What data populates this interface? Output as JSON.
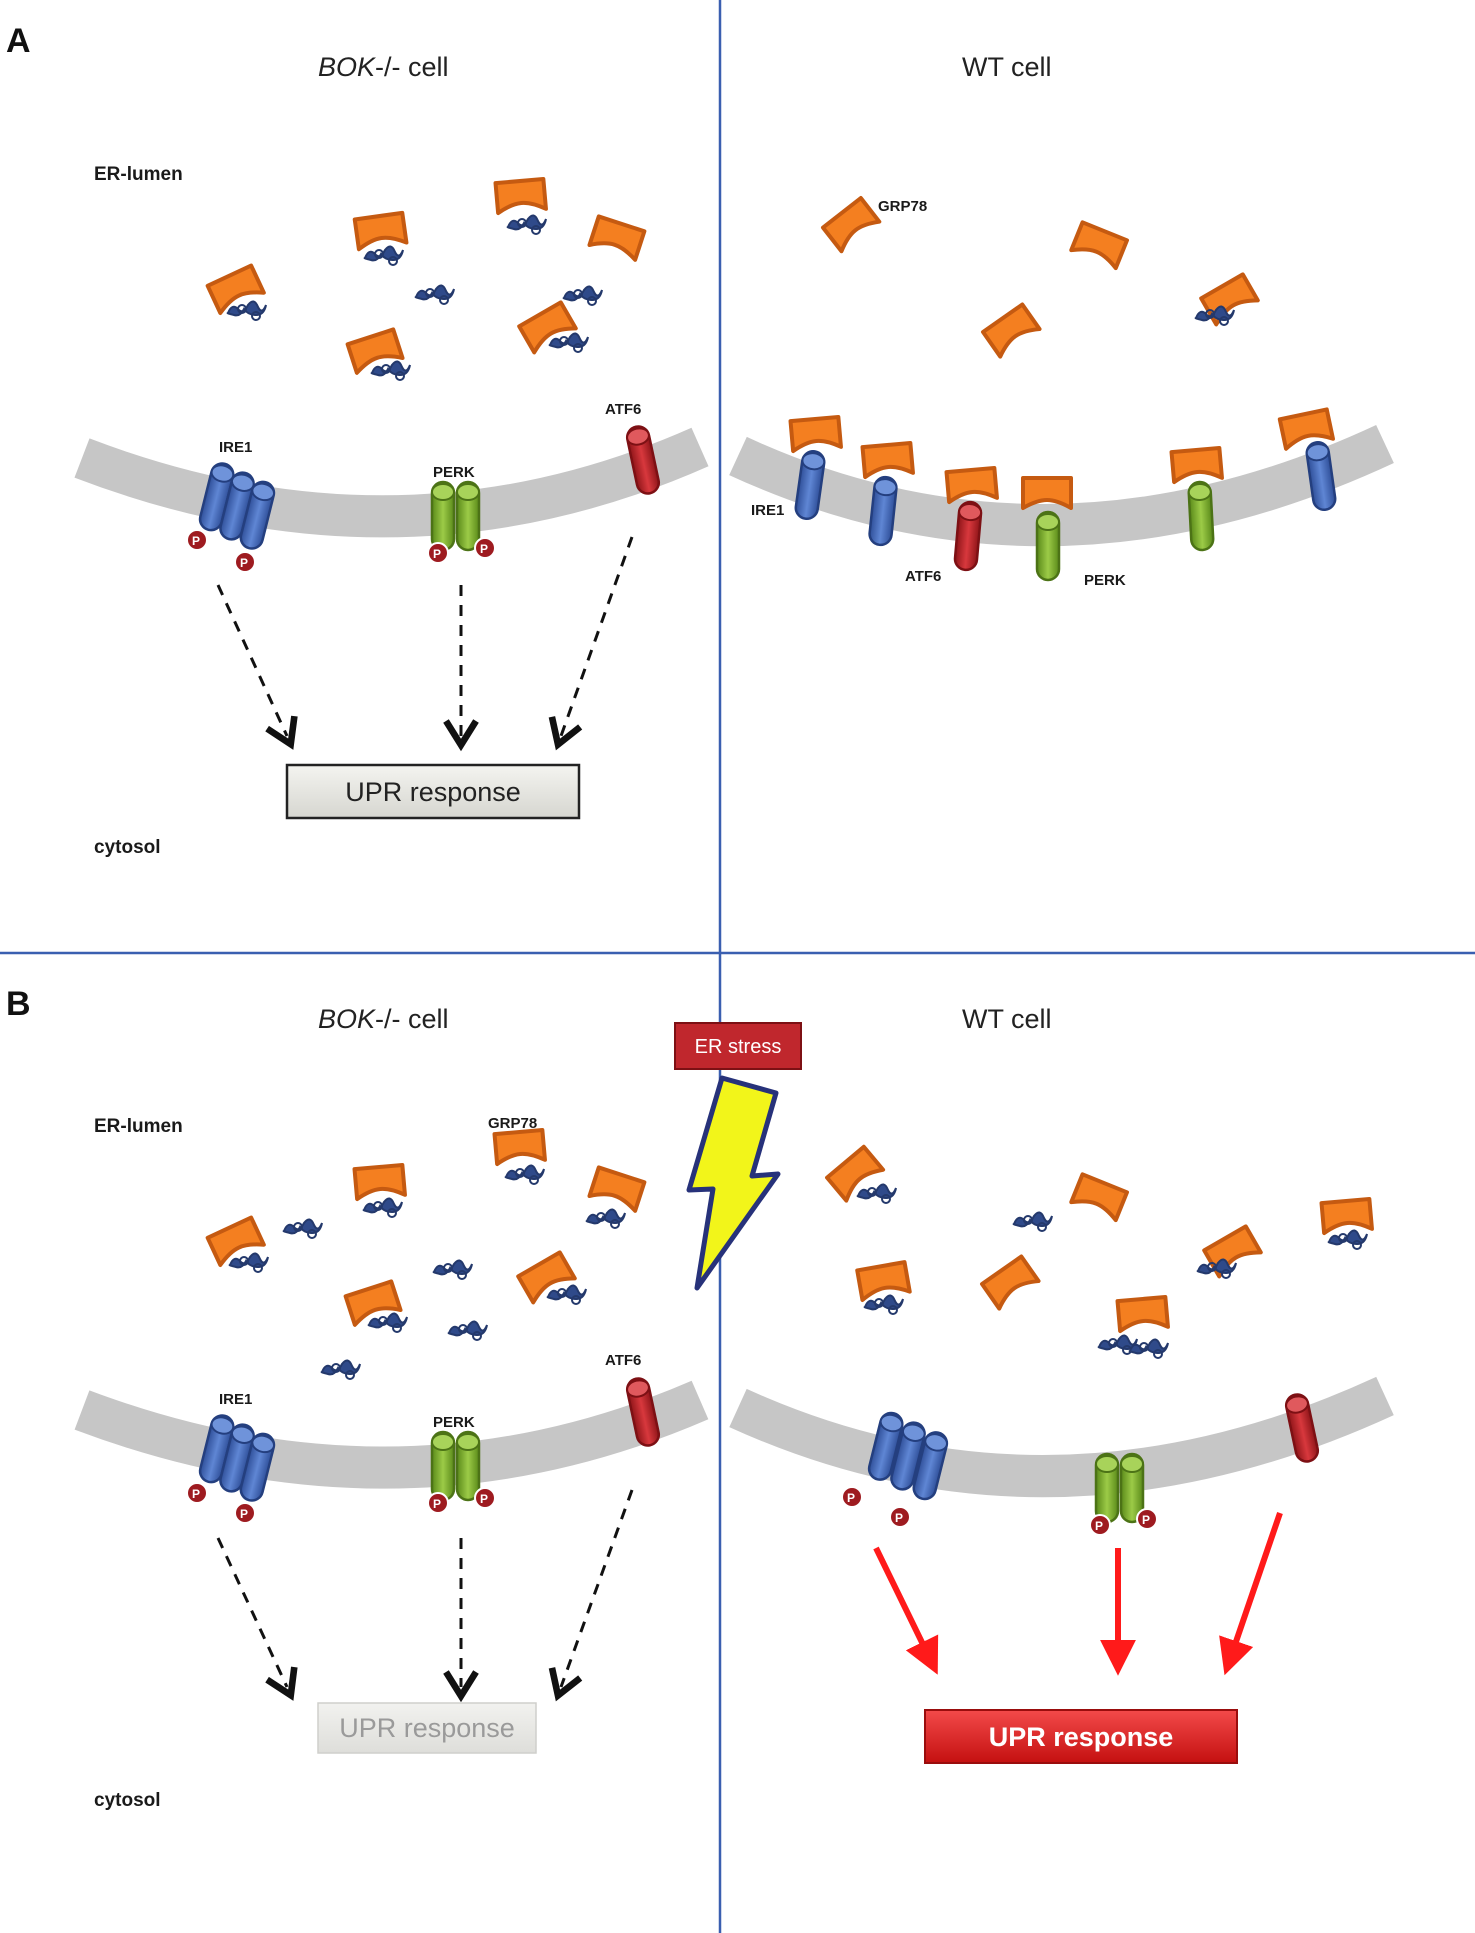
{
  "panels": [
    {
      "letter": "A"
    },
    {
      "letter": "B"
    }
  ],
  "cells": {
    "bok": {
      "italic": "BOK",
      "rest": "-/- cell"
    },
    "wt": "WT cell"
  },
  "regions": {
    "lumen": "ER-lumen",
    "cytosol": "cytosol"
  },
  "proteins": {
    "ire1": "IRE1",
    "perk": "PERK",
    "atf6": "ATF6",
    "grp78": "GRP78",
    "phospho": "P"
  },
  "upr_label": "UPR response",
  "stress_label": "ER stress",
  "colors": {
    "grp78": "#f47f20",
    "grp78_edge": "#c55a11",
    "unfolded": "#2f4a8a",
    "ire1": "#4a6db8",
    "perk": "#7aab2c",
    "atf6": "#c0272d",
    "phospho": "#9e1b20",
    "membrane": "#c6c6c6",
    "divider": "#3a5fb0",
    "active_arrow": "#ff1a1a",
    "upr_active": "#e11b1b",
    "lightning": "#f2f51a"
  },
  "icons": [
    "grp78-chaperone-icon",
    "unfolded-protein-icon",
    "lightning-bolt-icon",
    "phosphate-icon"
  ]
}
